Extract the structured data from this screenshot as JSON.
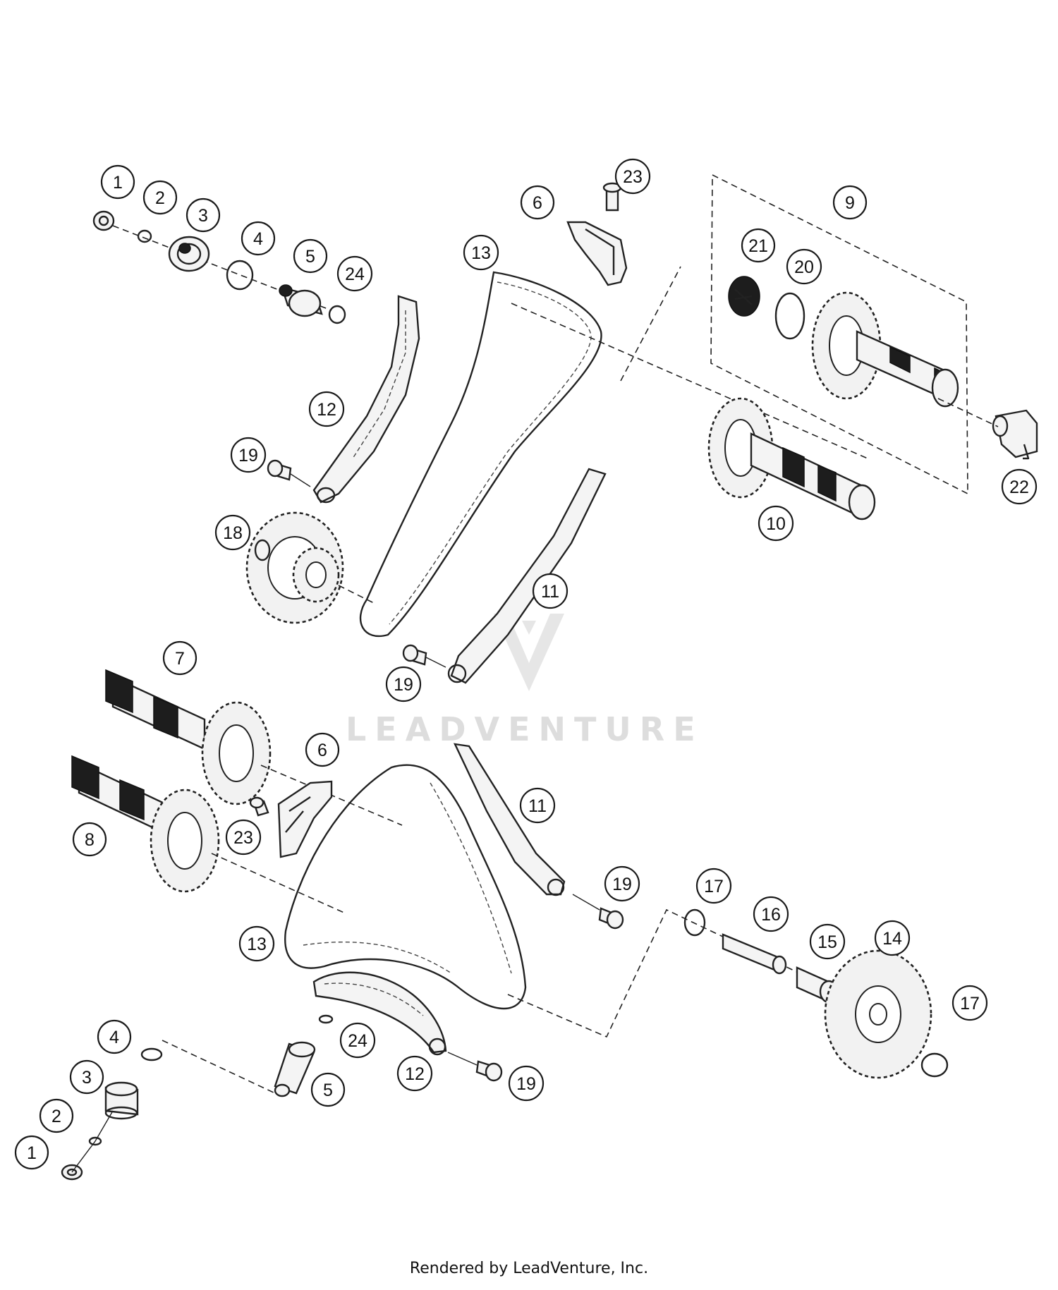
{
  "callouts": [
    "1",
    "2",
    "3",
    "4",
    "5",
    "24",
    "6",
    "23",
    "9",
    "21",
    "20",
    "13",
    "12",
    "19",
    "22",
    "10",
    "18",
    "11",
    "7",
    "8"
  ],
  "callouts_lower": [
    "11",
    "19",
    "17",
    "16",
    "15",
    "14",
    "13",
    "12",
    "24",
    "5",
    "4",
    "3",
    "2",
    "1"
  ],
  "watermark": {
    "text": "LEADVENTURE"
  },
  "footer": {
    "credit": "Rendered by LeadVenture, Inc."
  },
  "colors": {
    "line": "#222222",
    "watermark": "#dddddd",
    "background": "#ffffff"
  }
}
